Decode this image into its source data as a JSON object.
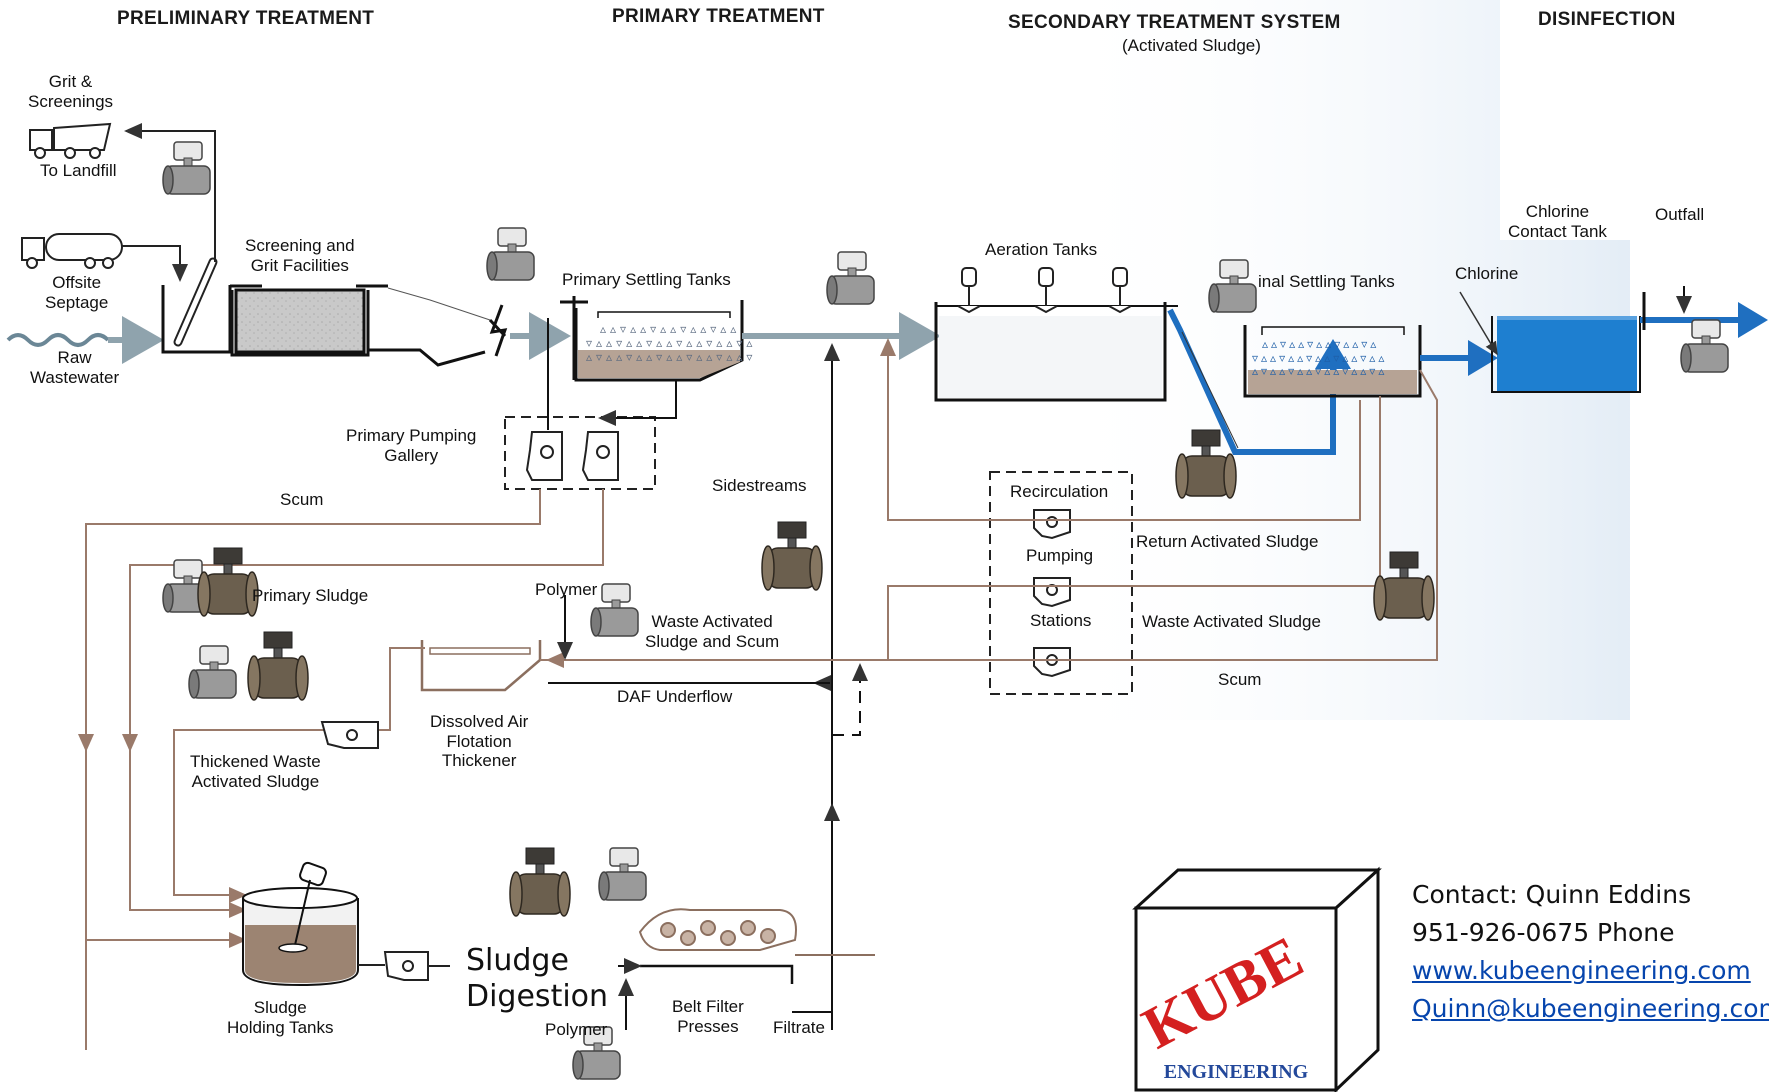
{
  "headers": {
    "preliminary": "PRELIMINARY TREATMENT",
    "primary": "PRIMARY TREATMENT",
    "secondary": "SECONDARY TREATMENT SYSTEM",
    "secondary_sub": "(Activated Sludge)",
    "disinfection": "DISINFECTION"
  },
  "labels": {
    "grit_screenings": "Grit &\nScreenings",
    "to_landfill": "To Landfill",
    "offsite_septage": "Offsite\nSeptage",
    "raw_wastewater": "Raw\nWastewater",
    "screening_grit": "Screening and\nGrit Facilities",
    "primary_settling": "Primary Settling Tanks",
    "aeration_tanks": "Aeration Tanks",
    "final_settling": "inal Settling Tanks",
    "chlorine_contact": "Chlorine\nContact Tank",
    "outfall": "Outfall",
    "chlorine": "Chlorine",
    "primary_pumping": "Primary Pumping\nGallery",
    "scum_left": "Scum",
    "sidestreams": "Sidestreams",
    "recirculation": "Recirculation",
    "pumping": "Pumping",
    "stations": "Stations",
    "return_as": "Return Activated Sludge",
    "waste_as": "Waste Activated Sludge",
    "scum_right": "Scum",
    "primary_sludge": "Primary Sludge",
    "polymer_top": "Polymer",
    "was_scum": "Waste Activated\nSludge and Scum",
    "daf_underflow": "DAF Underflow",
    "daf": "Dissolved Air\nFlotation\nThickener",
    "twas": "Thickened Waste\nActivated Sludge",
    "sludge_holding": "Sludge\nHolding Tanks",
    "sludge_digestion": "Sludge\nDigestion",
    "polymer_bottom": "Polymer",
    "belt_filter": "Belt Filter\nPresses",
    "filtrate": "Filtrate"
  },
  "logo": {
    "brand": "KUBE",
    "sub": "ENGINEERING"
  },
  "contact": {
    "name": "Contact: Quinn Eddins",
    "phone": "951-926-0675 Phone",
    "website": "www.kubeengineering.com",
    "email": "Quinn@kubeengineering.com"
  },
  "colors": {
    "main_flow": "#8fa3ad",
    "sludge_line": "#9a7a6a",
    "blue_flow": "#1f6fc0",
    "contact_tank": "#1e7fd0",
    "meter_body": "#9a9a9a",
    "valve_body": "#6b5f4e"
  }
}
